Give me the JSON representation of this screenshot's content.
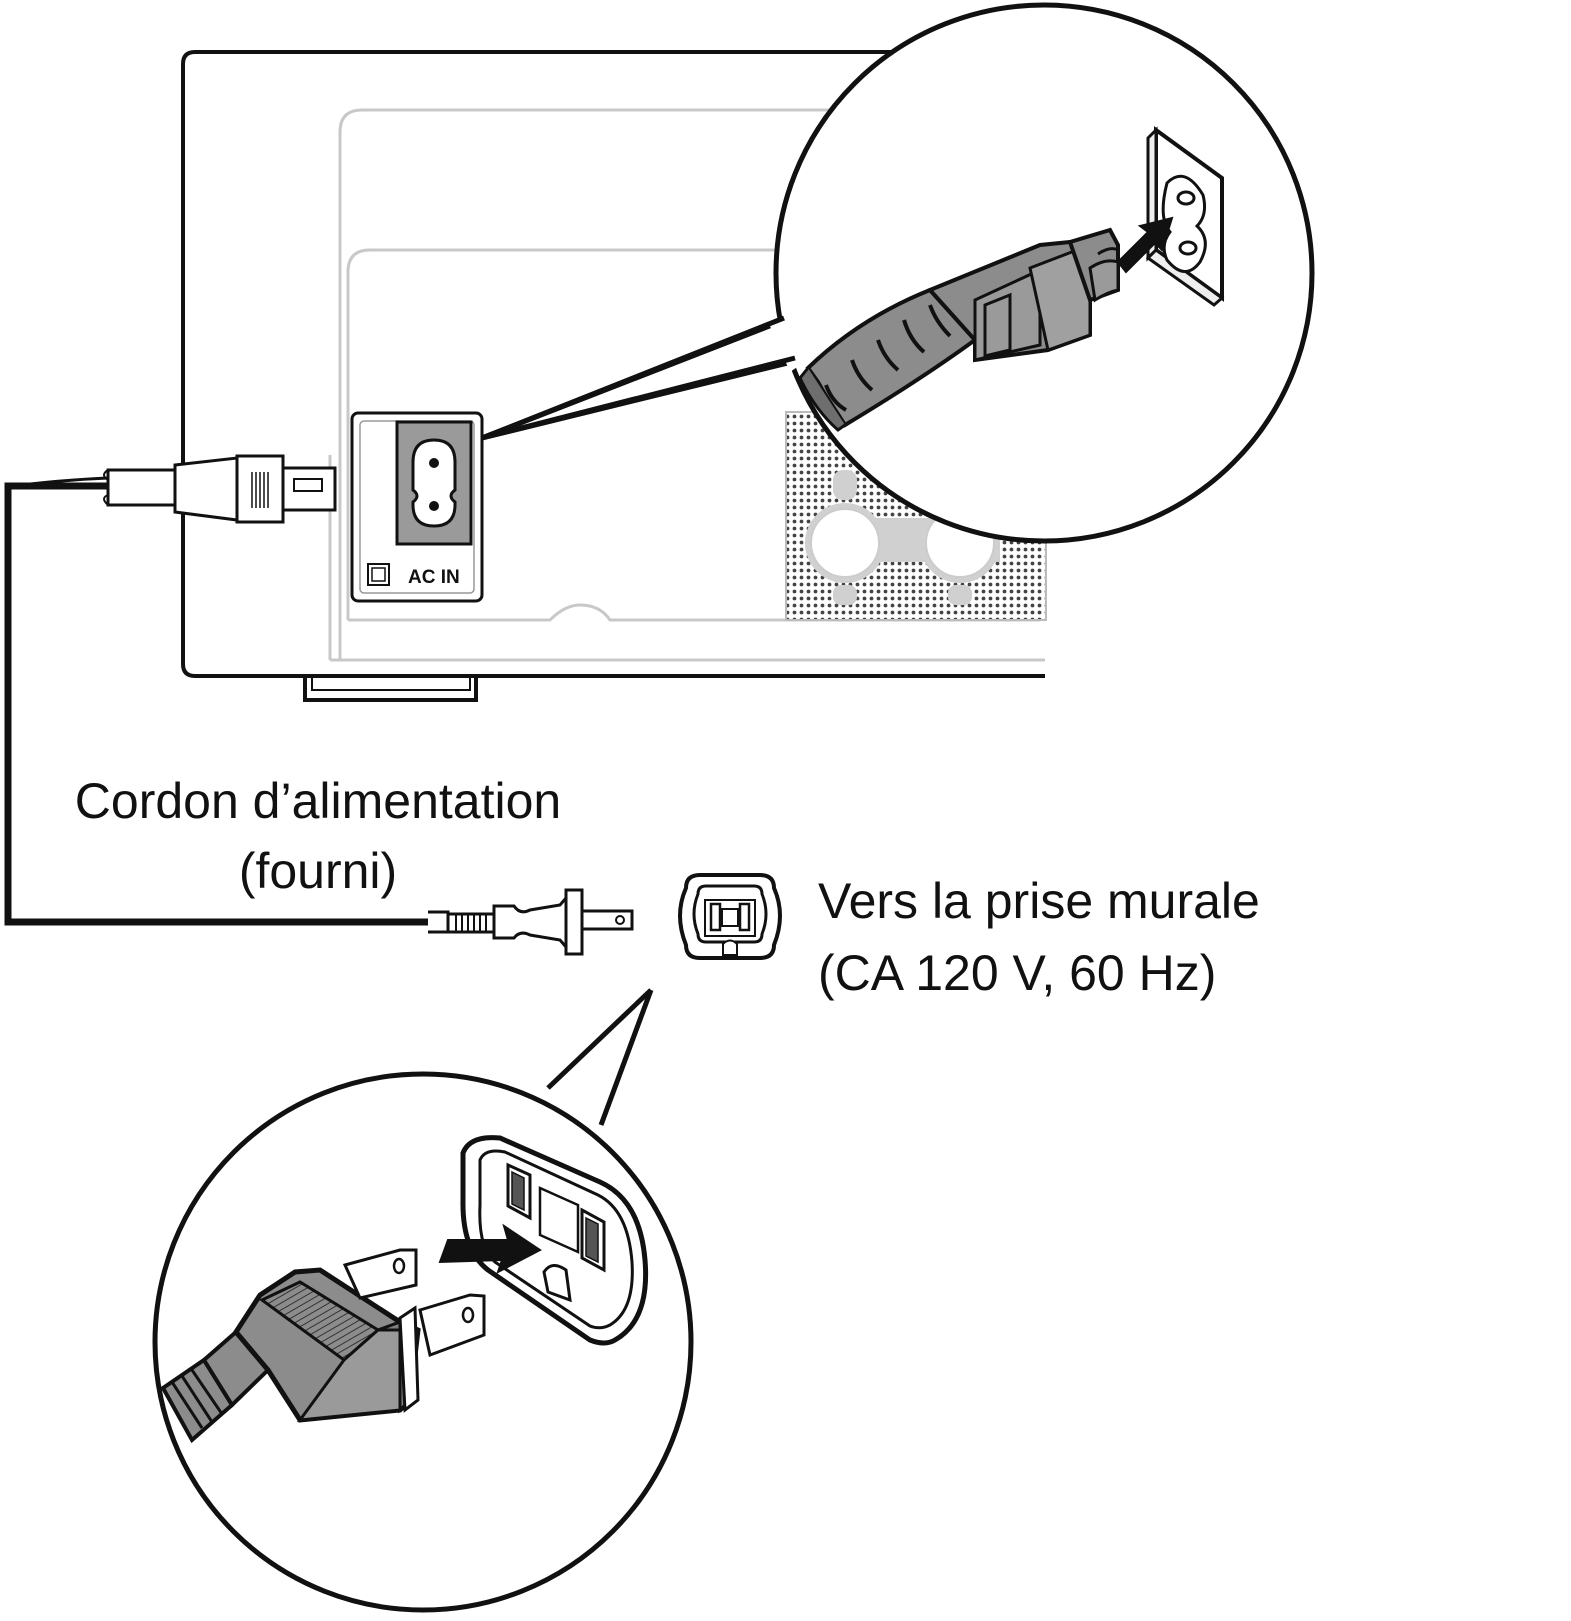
{
  "diagram": {
    "ac_in_label": "AC IN",
    "cord_label_line1": "Cordon d’alimentation",
    "cord_label_line2": "(fourni)",
    "outlet_label_line1": "Vers la prise murale",
    "outlet_label_line2": "(CA 120 V, 60 Hz)"
  },
  "colors": {
    "line": "#111111",
    "light_line": "#c8c8c8",
    "panel_fill": "#f2f2f2",
    "socket_fill": "#9a9a9a",
    "plug_fill": "#8c8c8c",
    "background": "#ffffff"
  },
  "icons": [
    "ac-inlet-icon",
    "iec-plug-icon",
    "wall-outlet-icon",
    "two-prong-plug-icon",
    "insert-arrow-icon"
  ]
}
